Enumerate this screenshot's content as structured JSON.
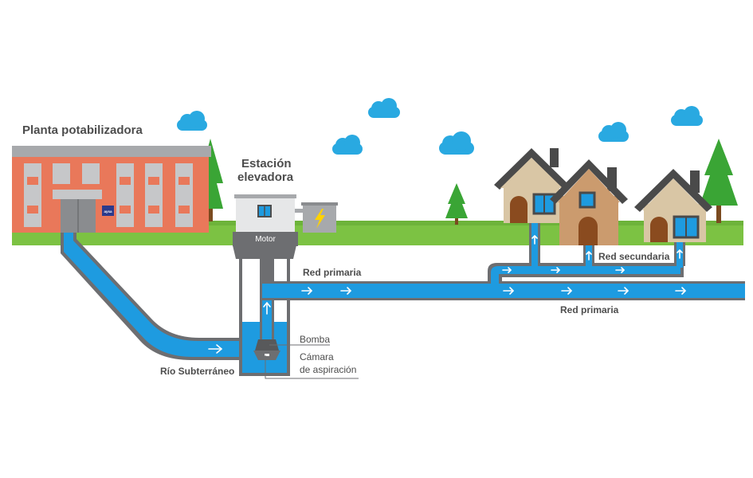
{
  "labels": {
    "plant": "Planta potabilizadora",
    "station_line1": "Estación",
    "station_line2": "elevadora",
    "motor": "Motor",
    "plant_sign": "aysa",
    "red_primaria_top": "Red primaria",
    "red_primaria_bottom": "Red primaria",
    "red_secundaria": "Red secundaria",
    "bomba": "Bomba",
    "camara_line1": "Cámara",
    "camara_line2": "de aspiración",
    "rio": "Río Subterráneo"
  },
  "colors": {
    "water": "#1e9be0",
    "pipe": "#6d6e71",
    "grass": "#7cc243",
    "brick": "#e9785a",
    "cloud": "#29a9e1",
    "tree": "#3aa535",
    "roof": "#4a4a4a",
    "label": "#4d4d4d"
  },
  "icons": [
    "flow-arrow-icon",
    "lightning-icon",
    "cloud-icon",
    "tree-icon"
  ]
}
